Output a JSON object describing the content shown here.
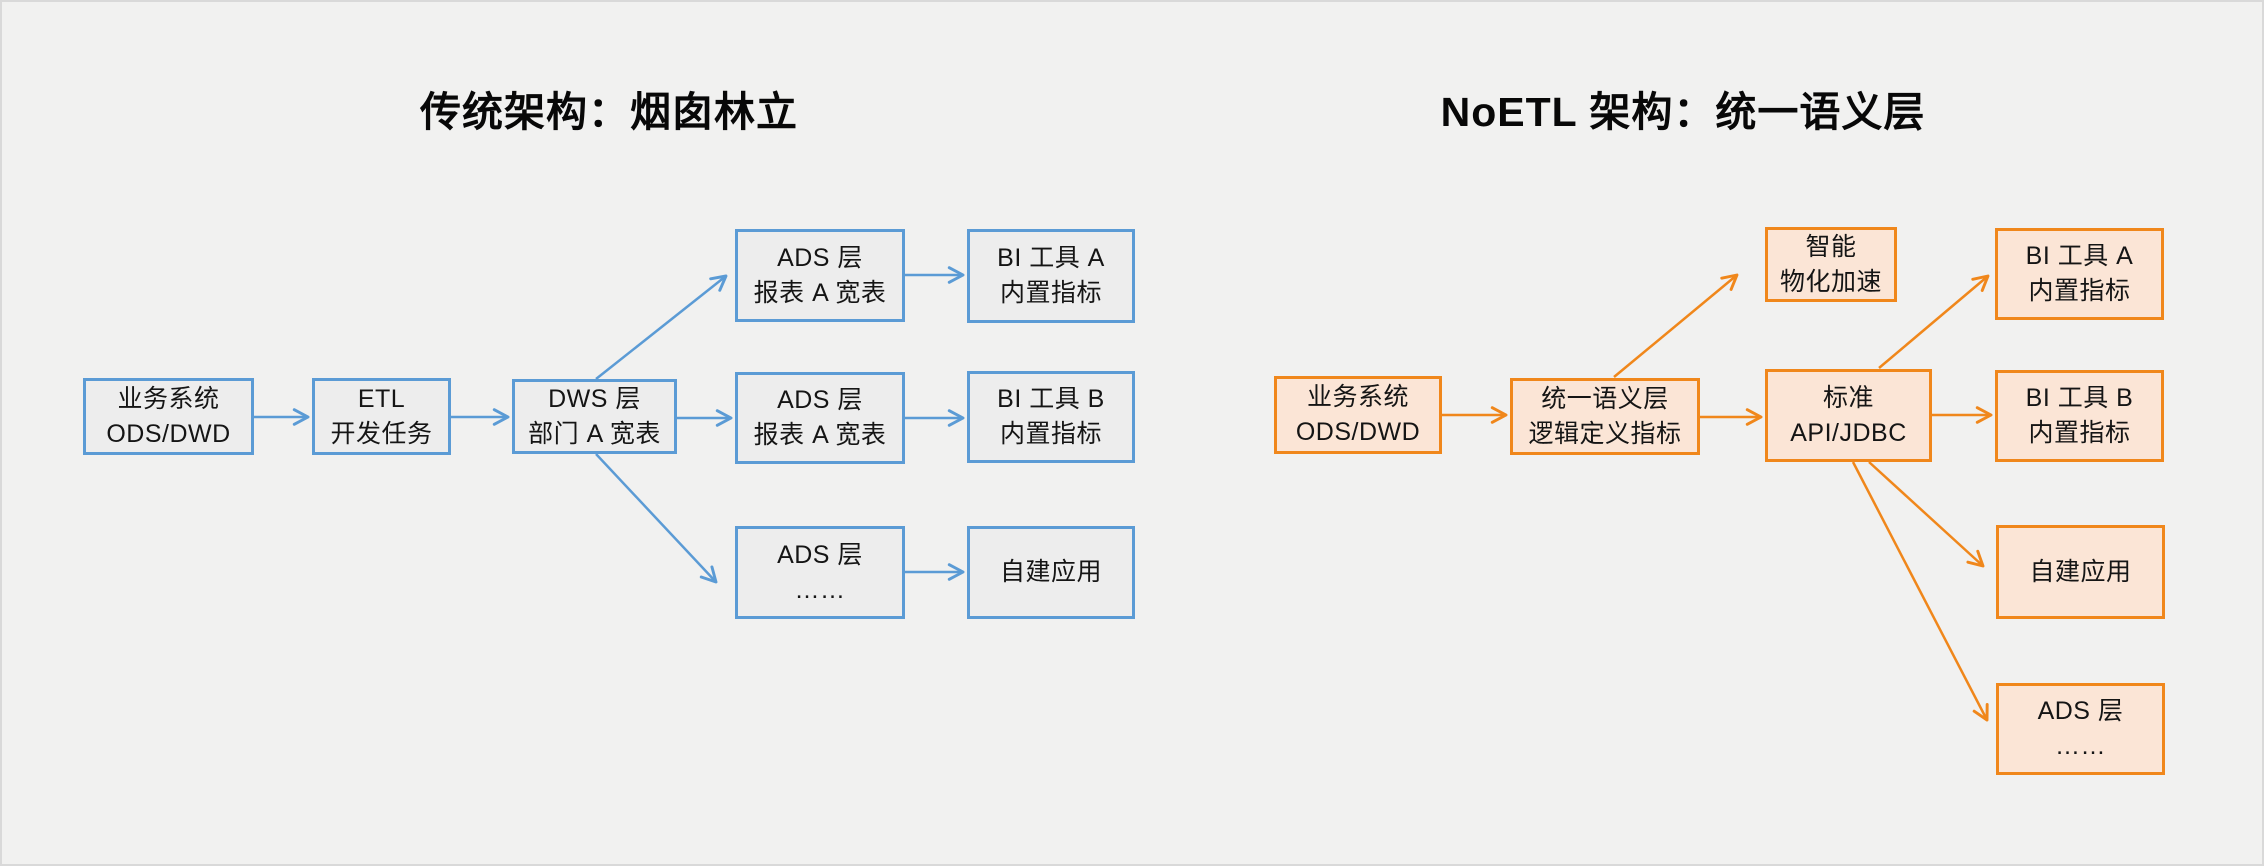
{
  "canvas": {
    "background": "#F1F1F0",
    "border_color": "#D9D9D9"
  },
  "diagram": {
    "left": {
      "title": "传统架构：烟囱林立",
      "accent": "#5B9BD5",
      "fill": "#EDEDED",
      "nodes": [
        {
          "id": "trad-source",
          "lines": [
            "业务系统",
            "ODS/DWD"
          ]
        },
        {
          "id": "trad-etl",
          "lines": [
            "ETL",
            "开发任务"
          ]
        },
        {
          "id": "trad-dws",
          "lines": [
            "DWS 层",
            "部门 A 宽表"
          ]
        },
        {
          "id": "trad-ads-report-a",
          "lines": [
            "ADS 层",
            "报表 A 宽表"
          ]
        },
        {
          "id": "trad-ads-report-b",
          "lines": [
            "ADS 层",
            "报表 A 宽表"
          ]
        },
        {
          "id": "trad-ads-etc",
          "lines": [
            "ADS 层",
            "……"
          ]
        },
        {
          "id": "trad-bi-tool-a",
          "lines": [
            "BI 工具 A",
            "内置指标"
          ]
        },
        {
          "id": "trad-bi-tool-b",
          "lines": [
            "BI 工具 B",
            "内置指标"
          ]
        },
        {
          "id": "trad-custom-app",
          "lines": [
            "自建应用"
          ]
        }
      ],
      "edges": [
        [
          "trad-source",
          "trad-etl"
        ],
        [
          "trad-etl",
          "trad-dws"
        ],
        [
          "trad-dws",
          "trad-ads-report-a"
        ],
        [
          "trad-dws",
          "trad-ads-report-b"
        ],
        [
          "trad-dws",
          "trad-ads-etc"
        ],
        [
          "trad-ads-report-a",
          "trad-bi-tool-a"
        ],
        [
          "trad-ads-report-b",
          "trad-bi-tool-b"
        ],
        [
          "trad-ads-etc",
          "trad-custom-app"
        ]
      ]
    },
    "right": {
      "title": "NoETL 架构：统一语义层",
      "accent": "#F0871B",
      "fill": "#FBE5D6",
      "nodes": [
        {
          "id": "noetl-source",
          "lines": [
            "业务系统",
            "ODS/DWD"
          ]
        },
        {
          "id": "noetl-semantic-layer",
          "lines": [
            "统一语义层",
            "逻辑定义指标"
          ]
        },
        {
          "id": "noetl-materialize",
          "lines": [
            "智能",
            "物化加速"
          ]
        },
        {
          "id": "noetl-api",
          "lines": [
            "标准",
            "API/JDBC"
          ]
        },
        {
          "id": "noetl-bi-tool-a",
          "lines": [
            "BI 工具 A",
            "内置指标"
          ]
        },
        {
          "id": "noetl-bi-tool-b",
          "lines": [
            "BI 工具 B",
            "内置指标"
          ]
        },
        {
          "id": "noetl-custom-app",
          "lines": [
            "自建应用"
          ]
        },
        {
          "id": "noetl-ads-etc",
          "lines": [
            "ADS 层",
            "……"
          ]
        }
      ],
      "edges": [
        [
          "noetl-source",
          "noetl-semantic-layer"
        ],
        [
          "noetl-semantic-layer",
          "noetl-materialize"
        ],
        [
          "noetl-semantic-layer",
          "noetl-api"
        ],
        [
          "noetl-api",
          "noetl-bi-tool-a"
        ],
        [
          "noetl-api",
          "noetl-bi-tool-b"
        ],
        [
          "noetl-api",
          "noetl-custom-app"
        ],
        [
          "noetl-api",
          "noetl-ads-etc"
        ]
      ]
    }
  }
}
